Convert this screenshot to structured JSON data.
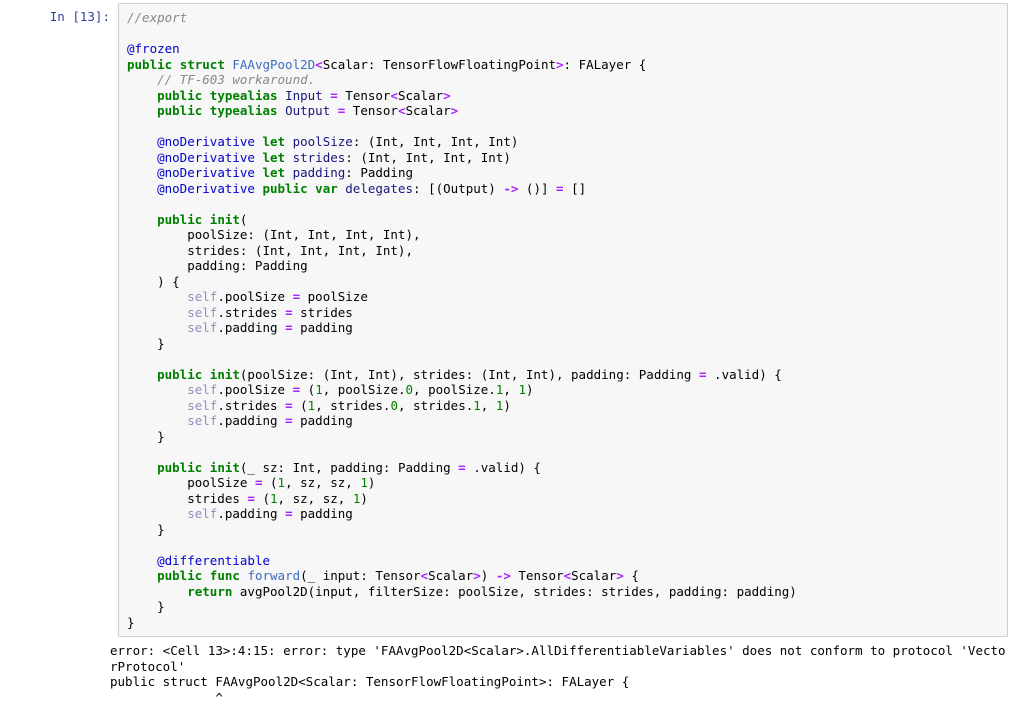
{
  "cell": {
    "prompt": "In [13]:",
    "execution_count": 13,
    "type": "code",
    "language": "swift",
    "code_lines": [
      [
        {
          "t": "//export",
          "c": "c1"
        }
      ],
      [
        {
          "t": "",
          "c": ""
        }
      ],
      [
        {
          "t": "@frozen",
          "c": "nd"
        }
      ],
      [
        {
          "t": "public",
          "c": "k"
        },
        {
          "t": " ",
          "c": ""
        },
        {
          "t": "struct",
          "c": "k"
        },
        {
          "t": " ",
          "c": ""
        },
        {
          "t": "FAAvgPool2D",
          "c": "nc"
        },
        {
          "t": "<",
          "c": "o"
        },
        {
          "t": "Scalar: TensorFlowFloatingPoint",
          "c": ""
        },
        {
          "t": ">",
          "c": "o"
        },
        {
          "t": ": FALayer {",
          "c": ""
        }
      ],
      [
        {
          "t": "    ",
          "c": ""
        },
        {
          "t": "// TF-603 workaround.",
          "c": "c1"
        }
      ],
      [
        {
          "t": "    ",
          "c": ""
        },
        {
          "t": "public",
          "c": "k"
        },
        {
          "t": " ",
          "c": ""
        },
        {
          "t": "typealias",
          "c": "k"
        },
        {
          "t": " ",
          "c": ""
        },
        {
          "t": "Input",
          "c": "nv"
        },
        {
          "t": " ",
          "c": ""
        },
        {
          "t": "=",
          "c": "o"
        },
        {
          "t": " Tensor",
          "c": ""
        },
        {
          "t": "<",
          "c": "o"
        },
        {
          "t": "Scalar",
          "c": ""
        },
        {
          "t": ">",
          "c": "o"
        }
      ],
      [
        {
          "t": "    ",
          "c": ""
        },
        {
          "t": "public",
          "c": "k"
        },
        {
          "t": " ",
          "c": ""
        },
        {
          "t": "typealias",
          "c": "k"
        },
        {
          "t": " ",
          "c": ""
        },
        {
          "t": "Output",
          "c": "nv"
        },
        {
          "t": " ",
          "c": ""
        },
        {
          "t": "=",
          "c": "o"
        },
        {
          "t": " Tensor",
          "c": ""
        },
        {
          "t": "<",
          "c": "o"
        },
        {
          "t": "Scalar",
          "c": ""
        },
        {
          "t": ">",
          "c": "o"
        }
      ],
      [
        {
          "t": "",
          "c": ""
        }
      ],
      [
        {
          "t": "    ",
          "c": ""
        },
        {
          "t": "@noDerivative",
          "c": "nd"
        },
        {
          "t": " ",
          "c": ""
        },
        {
          "t": "let",
          "c": "k"
        },
        {
          "t": " ",
          "c": ""
        },
        {
          "t": "poolSize",
          "c": "nv"
        },
        {
          "t": ": (Int, Int, Int, Int)",
          "c": ""
        }
      ],
      [
        {
          "t": "    ",
          "c": ""
        },
        {
          "t": "@noDerivative",
          "c": "nd"
        },
        {
          "t": " ",
          "c": ""
        },
        {
          "t": "let",
          "c": "k"
        },
        {
          "t": " ",
          "c": ""
        },
        {
          "t": "strides",
          "c": "nv"
        },
        {
          "t": ": (Int, Int, Int, Int)",
          "c": ""
        }
      ],
      [
        {
          "t": "    ",
          "c": ""
        },
        {
          "t": "@noDerivative",
          "c": "nd"
        },
        {
          "t": " ",
          "c": ""
        },
        {
          "t": "let",
          "c": "k"
        },
        {
          "t": " ",
          "c": ""
        },
        {
          "t": "padding",
          "c": "nv"
        },
        {
          "t": ": Padding",
          "c": ""
        }
      ],
      [
        {
          "t": "    ",
          "c": ""
        },
        {
          "t": "@noDerivative",
          "c": "nd"
        },
        {
          "t": " ",
          "c": ""
        },
        {
          "t": "public",
          "c": "k"
        },
        {
          "t": " ",
          "c": ""
        },
        {
          "t": "var",
          "c": "k"
        },
        {
          "t": " ",
          "c": ""
        },
        {
          "t": "delegates",
          "c": "nv"
        },
        {
          "t": ": [(Output) ",
          "c": ""
        },
        {
          "t": "->",
          "c": "o"
        },
        {
          "t": " ()] ",
          "c": ""
        },
        {
          "t": "=",
          "c": "o"
        },
        {
          "t": " []",
          "c": ""
        }
      ],
      [
        {
          "t": "",
          "c": ""
        }
      ],
      [
        {
          "t": "    ",
          "c": ""
        },
        {
          "t": "public",
          "c": "k"
        },
        {
          "t": " ",
          "c": ""
        },
        {
          "t": "init",
          "c": "k"
        },
        {
          "t": "(",
          "c": ""
        }
      ],
      [
        {
          "t": "        poolSize: (Int, Int, Int, Int),",
          "c": ""
        }
      ],
      [
        {
          "t": "        strides: (Int, Int, Int, Int),",
          "c": ""
        }
      ],
      [
        {
          "t": "        padding: Padding",
          "c": ""
        }
      ],
      [
        {
          "t": "    ) {",
          "c": ""
        }
      ],
      [
        {
          "t": "        ",
          "c": ""
        },
        {
          "t": "self",
          "c": "nb"
        },
        {
          "t": ".poolSize ",
          "c": ""
        },
        {
          "t": "=",
          "c": "o"
        },
        {
          "t": " poolSize",
          "c": ""
        }
      ],
      [
        {
          "t": "        ",
          "c": ""
        },
        {
          "t": "self",
          "c": "nb"
        },
        {
          "t": ".strides ",
          "c": ""
        },
        {
          "t": "=",
          "c": "o"
        },
        {
          "t": " strides",
          "c": ""
        }
      ],
      [
        {
          "t": "        ",
          "c": ""
        },
        {
          "t": "self",
          "c": "nb"
        },
        {
          "t": ".padding ",
          "c": ""
        },
        {
          "t": "=",
          "c": "o"
        },
        {
          "t": " padding",
          "c": ""
        }
      ],
      [
        {
          "t": "    }",
          "c": ""
        }
      ],
      [
        {
          "t": "",
          "c": ""
        }
      ],
      [
        {
          "t": "    ",
          "c": ""
        },
        {
          "t": "public",
          "c": "k"
        },
        {
          "t": " ",
          "c": ""
        },
        {
          "t": "init",
          "c": "k"
        },
        {
          "t": "(poolSize: (Int, Int), strides: (Int, Int), padding: Padding ",
          "c": ""
        },
        {
          "t": "=",
          "c": "o"
        },
        {
          "t": " .valid) {",
          "c": ""
        }
      ],
      [
        {
          "t": "        ",
          "c": ""
        },
        {
          "t": "self",
          "c": "nb"
        },
        {
          "t": ".poolSize ",
          "c": ""
        },
        {
          "t": "=",
          "c": "o"
        },
        {
          "t": " (",
          "c": ""
        },
        {
          "t": "1",
          "c": "mi"
        },
        {
          "t": ", poolSize.",
          "c": ""
        },
        {
          "t": "0",
          "c": "mi"
        },
        {
          "t": ", poolSize.",
          "c": ""
        },
        {
          "t": "1",
          "c": "mi"
        },
        {
          "t": ", ",
          "c": ""
        },
        {
          "t": "1",
          "c": "mi"
        },
        {
          "t": ")",
          "c": ""
        }
      ],
      [
        {
          "t": "        ",
          "c": ""
        },
        {
          "t": "self",
          "c": "nb"
        },
        {
          "t": ".strides ",
          "c": ""
        },
        {
          "t": "=",
          "c": "o"
        },
        {
          "t": " (",
          "c": ""
        },
        {
          "t": "1",
          "c": "mi"
        },
        {
          "t": ", strides.",
          "c": ""
        },
        {
          "t": "0",
          "c": "mi"
        },
        {
          "t": ", strides.",
          "c": ""
        },
        {
          "t": "1",
          "c": "mi"
        },
        {
          "t": ", ",
          "c": ""
        },
        {
          "t": "1",
          "c": "mi"
        },
        {
          "t": ")",
          "c": ""
        }
      ],
      [
        {
          "t": "        ",
          "c": ""
        },
        {
          "t": "self",
          "c": "nb"
        },
        {
          "t": ".padding ",
          "c": ""
        },
        {
          "t": "=",
          "c": "o"
        },
        {
          "t": " padding",
          "c": ""
        }
      ],
      [
        {
          "t": "    }",
          "c": ""
        }
      ],
      [
        {
          "t": "",
          "c": ""
        }
      ],
      [
        {
          "t": "    ",
          "c": ""
        },
        {
          "t": "public",
          "c": "k"
        },
        {
          "t": " ",
          "c": ""
        },
        {
          "t": "init",
          "c": "k"
        },
        {
          "t": "(_ sz: Int, padding: Padding ",
          "c": ""
        },
        {
          "t": "=",
          "c": "o"
        },
        {
          "t": " .valid) {",
          "c": ""
        }
      ],
      [
        {
          "t": "        poolSize ",
          "c": ""
        },
        {
          "t": "=",
          "c": "o"
        },
        {
          "t": " (",
          "c": ""
        },
        {
          "t": "1",
          "c": "mi"
        },
        {
          "t": ", sz, sz, ",
          "c": ""
        },
        {
          "t": "1",
          "c": "mi"
        },
        {
          "t": ")",
          "c": ""
        }
      ],
      [
        {
          "t": "        strides ",
          "c": ""
        },
        {
          "t": "=",
          "c": "o"
        },
        {
          "t": " (",
          "c": ""
        },
        {
          "t": "1",
          "c": "mi"
        },
        {
          "t": ", sz, sz, ",
          "c": ""
        },
        {
          "t": "1",
          "c": "mi"
        },
        {
          "t": ")",
          "c": ""
        }
      ],
      [
        {
          "t": "        ",
          "c": ""
        },
        {
          "t": "self",
          "c": "nb"
        },
        {
          "t": ".padding ",
          "c": ""
        },
        {
          "t": "=",
          "c": "o"
        },
        {
          "t": " padding",
          "c": ""
        }
      ],
      [
        {
          "t": "    }",
          "c": ""
        }
      ],
      [
        {
          "t": "",
          "c": ""
        }
      ],
      [
        {
          "t": "    ",
          "c": ""
        },
        {
          "t": "@differentiable",
          "c": "nd"
        }
      ],
      [
        {
          "t": "    ",
          "c": ""
        },
        {
          "t": "public",
          "c": "k"
        },
        {
          "t": " ",
          "c": ""
        },
        {
          "t": "func",
          "c": "k"
        },
        {
          "t": " ",
          "c": ""
        },
        {
          "t": "forward",
          "c": "nf"
        },
        {
          "t": "(_ input: Tensor",
          "c": ""
        },
        {
          "t": "<",
          "c": "o"
        },
        {
          "t": "Scalar",
          "c": ""
        },
        {
          "t": ">",
          "c": "o"
        },
        {
          "t": ") ",
          "c": ""
        },
        {
          "t": "->",
          "c": "o"
        },
        {
          "t": " Tensor",
          "c": ""
        },
        {
          "t": "<",
          "c": "o"
        },
        {
          "t": "Scalar",
          "c": ""
        },
        {
          "t": ">",
          "c": "o"
        },
        {
          "t": " {",
          "c": ""
        }
      ],
      [
        {
          "t": "        ",
          "c": ""
        },
        {
          "t": "return",
          "c": "k"
        },
        {
          "t": " avgPool2D(input, filterSize: poolSize, strides: strides, padding: padding)",
          "c": ""
        }
      ],
      [
        {
          "t": "    }",
          "c": ""
        }
      ],
      [
        {
          "t": "}",
          "c": ""
        }
      ]
    ],
    "output": {
      "stream_name": "stderr",
      "text": "error: <Cell 13>:4:15: error: type 'FAAvgPool2D<Scalar>.AllDifferentiableVariables' does not conform to protocol 'VectorProtocol'\npublic struct FAAvgPool2D<Scalar: TensorFlowFloatingPoint>: FALayer {\n              ^\n"
    }
  },
  "colors": {
    "page_background": "#ffffff",
    "cell_background": "#f7f7f7",
    "cell_border": "#cfcfcf",
    "prompt_text": "#303f9f",
    "keyword": "#008000",
    "decorator": "#0000cf",
    "type_name": "#3c6ec0",
    "variable": "#19177c",
    "self_keyword": "#8f8fbc",
    "operator": "#aa22ff",
    "number": "#008000",
    "comment": "#888888",
    "output_text": "#000000"
  }
}
